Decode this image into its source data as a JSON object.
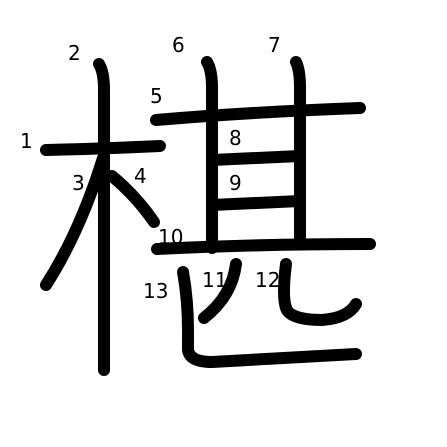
{
  "diagram": {
    "character": "椹",
    "stroke_color": "#000000",
    "background": "#ffffff",
    "stroke_numbers": [
      "1",
      "2",
      "3",
      "4",
      "5",
      "6",
      "7",
      "8",
      "9",
      "10",
      "11",
      "12",
      "13"
    ]
  }
}
